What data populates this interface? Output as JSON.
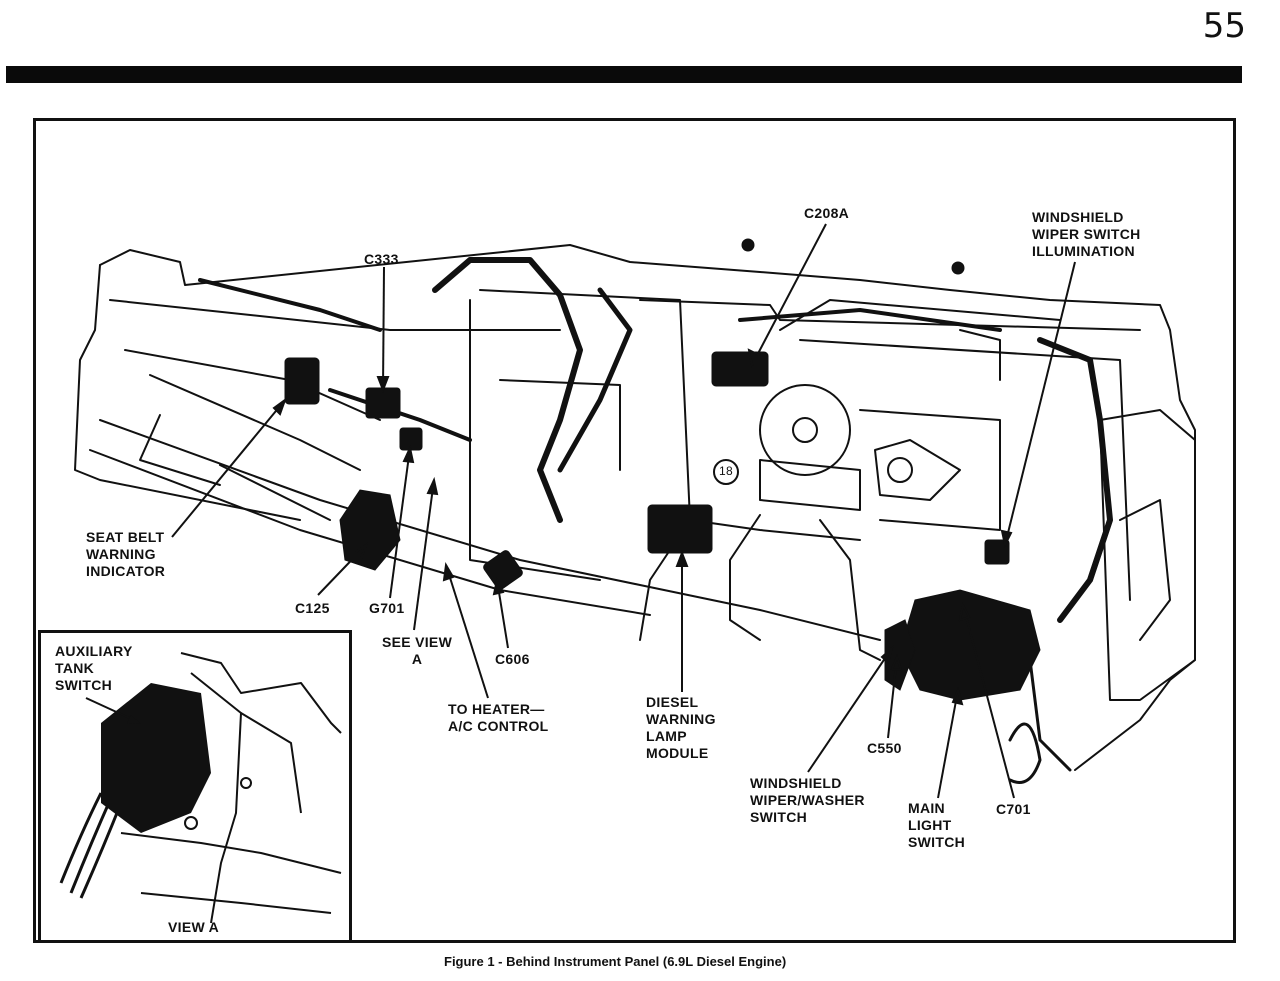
{
  "page": {
    "number": "55"
  },
  "figure": {
    "caption": "Figure 1 - Behind Instrument Panel (6.9L Diesel Engine)"
  },
  "callouts": {
    "c208a": "C208A",
    "c333": "C333",
    "wiper_illum": "WINDSHIELD\nWIPER SWITCH\nILLUMINATION",
    "seat_belt": "SEAT BELT\nWARNING\nINDICATOR",
    "c125": "C125",
    "g701": "G701",
    "see_view": "SEE VIEW\nA",
    "c606": "C606",
    "heater": "TO HEATER—\nA/C CONTROL",
    "diesel_lamp": "DIESEL\nWARNING\nLAMP\nMODULE",
    "c550": "C550",
    "wiper_washer": "WINDSHIELD\nWIPER/WASHER\nSWITCH",
    "main_light": "MAIN\nLIGHT\nSWITCH",
    "c701": "C701"
  },
  "inset": {
    "aux_tank": "AUXILIARY\nTANK\nSWITCH",
    "title": "VIEW A"
  },
  "inline_marks": {
    "gauge_18": "18"
  }
}
